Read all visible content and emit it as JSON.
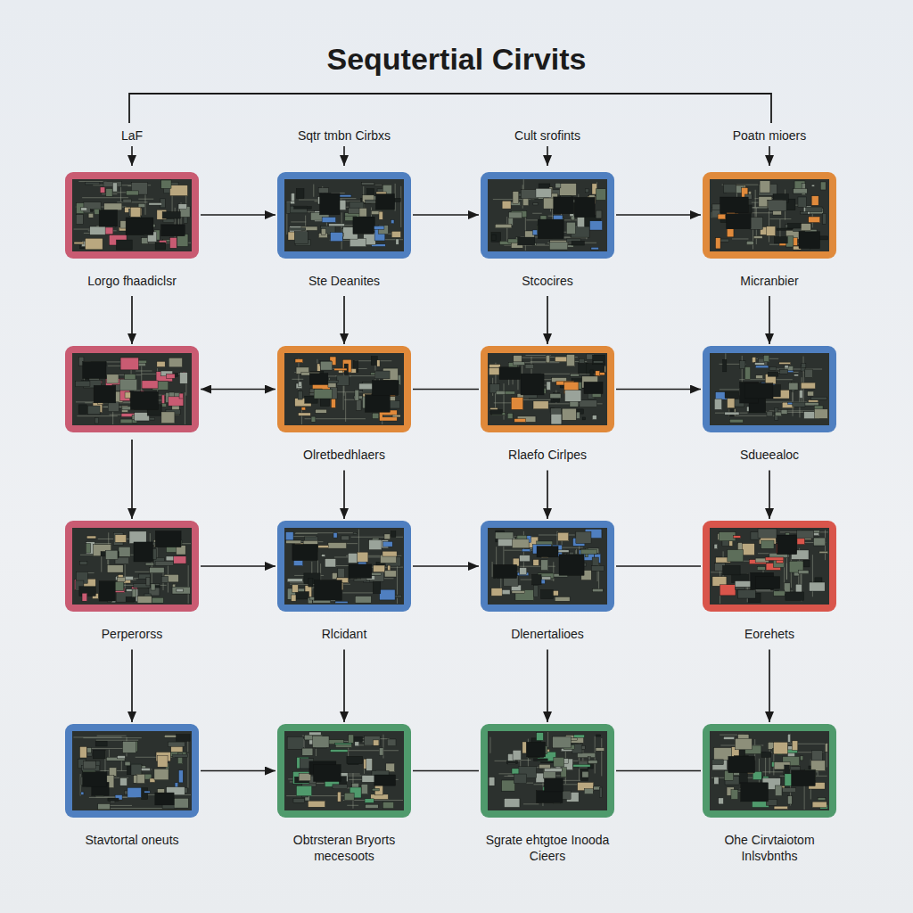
{
  "diagram": {
    "title": "Sequtertial Cirvits",
    "nodes": [
      {
        "text": [
          "LaF",
          "Lorgo fhaadiclsr"
        ]
      },
      {
        "text": [
          "Sqtr tmbn Cirbxs",
          "Ste Deanites"
        ]
      },
      {
        "text": [
          "Cult srofints",
          "Stcocires"
        ]
      },
      {
        "text": [
          "Poatn mioers",
          "Micranbier"
        ]
      },
      {
        "text": []
      },
      {
        "text": [
          "Olretbedhlaers"
        ]
      },
      {
        "text": [
          "Rlaefo Cirlpes"
        ]
      },
      {
        "text": [
          "Sdueealoc"
        ]
      },
      {
        "text": [
          "Perperorss"
        ]
      },
      {
        "text": [
          "Rlcidant"
        ]
      },
      {
        "text": [
          "Dlenertalioes"
        ]
      },
      {
        "text": [
          "Eorehets"
        ]
      },
      {
        "text": [
          "Stavtortal oneuts"
        ]
      },
      {
        "text": [
          "Obtrsteran Bryorts mecesoots"
        ]
      },
      {
        "text": [
          "Sgrate ehtgtoe Inooda Cieers"
        ]
      },
      {
        "text": [
          "Ohe Cirvtaiotom Inlsvbnths"
        ]
      }
    ],
    "edges": [
      {
        "from": 0,
        "to": 1,
        "arrow": "to"
      },
      {
        "from": 1,
        "to": 2,
        "arrow": "to"
      },
      {
        "from": 2,
        "to": 3,
        "arrow": "to"
      },
      {
        "from": 4,
        "to": 5,
        "arrow": "both"
      },
      {
        "from": 5,
        "to": 6,
        "arrow": "none"
      },
      {
        "from": 6,
        "to": 7,
        "arrow": "to"
      },
      {
        "from": 8,
        "to": 9,
        "arrow": "to"
      },
      {
        "from": 9,
        "to": 10,
        "arrow": "to"
      },
      {
        "from": 10,
        "to": 11,
        "arrow": "none"
      },
      {
        "from": 12,
        "to": 13,
        "arrow": "to"
      },
      {
        "from": 13,
        "to": 14,
        "arrow": "none"
      },
      {
        "from": 14,
        "to": 15,
        "arrow": "none"
      },
      {
        "from": 0,
        "to": 4,
        "arrow": "to"
      },
      {
        "from": 4,
        "to": 8,
        "arrow": "to"
      },
      {
        "from": 8,
        "to": 12,
        "arrow": "to"
      },
      {
        "from": 1,
        "to": 5,
        "arrow": "to"
      },
      {
        "from": 5,
        "to": 9,
        "arrow": "to"
      },
      {
        "from": 9,
        "to": 13,
        "arrow": "to"
      },
      {
        "from": 2,
        "to": 6,
        "arrow": "to"
      },
      {
        "from": 6,
        "to": 10,
        "arrow": "to"
      },
      {
        "from": 10,
        "to": 14,
        "arrow": "to"
      },
      {
        "from": 3,
        "to": 7,
        "arrow": "to"
      },
      {
        "from": 7,
        "to": 11,
        "arrow": "to"
      },
      {
        "from": 11,
        "to": 15,
        "arrow": "to"
      }
    ]
  }
}
